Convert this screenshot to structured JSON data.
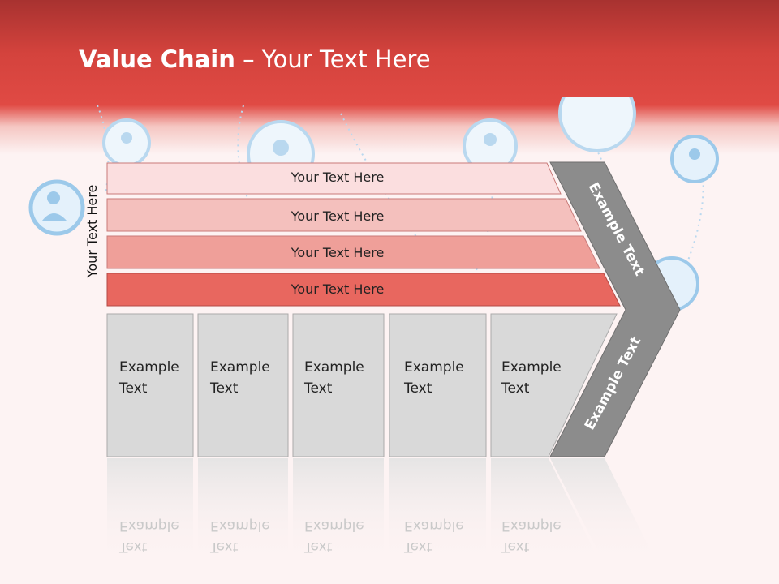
{
  "slide": {
    "title_bold": "Value Chain",
    "title_rest": " – Your Text Here",
    "side_label": "Your Text Here"
  },
  "bars": [
    {
      "label": "Your Text Here",
      "fill": "#fbdedf"
    },
    {
      "label": "Your Text Here",
      "fill": "#f4c0bd"
    },
    {
      "label": "Your Text Here",
      "fill": "#ef9f99"
    },
    {
      "label": "Your Text Here",
      "fill": "#e8675f"
    }
  ],
  "boxes": [
    {
      "line1": "Example",
      "line2": "Text"
    },
    {
      "line1": "Example",
      "line2": "Text"
    },
    {
      "line1": "Example",
      "line2": "Text"
    },
    {
      "line1": "Example",
      "line2": "Text"
    },
    {
      "line1": "Example",
      "line2": "Text"
    }
  ],
  "chevron": {
    "upper_label": "Example Text",
    "lower_label": "Example Text",
    "fill": "#8c8c8c"
  },
  "colors": {
    "header_red": "#d4433d",
    "box_fill": "#d9d9d9",
    "icon_blue": "#9cc9ea"
  },
  "icons": [
    "person-icon"
  ]
}
